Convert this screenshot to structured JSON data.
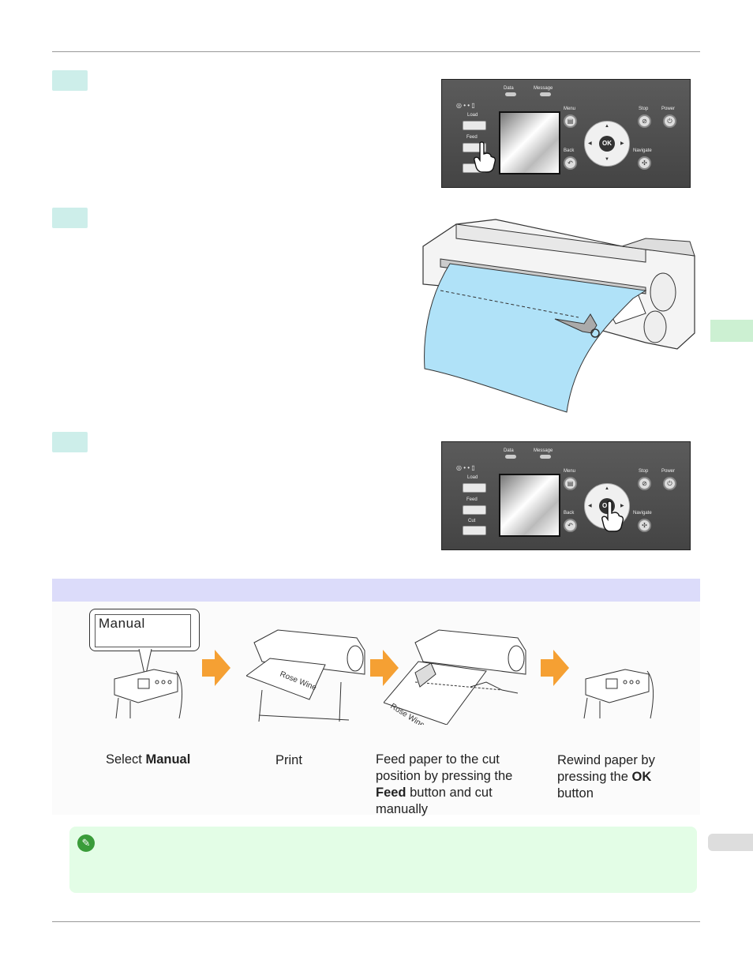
{
  "panel": {
    "data": "Data",
    "message": "Message",
    "load": "Load",
    "feed": "Feed",
    "cut": "Cut",
    "menu": "Menu",
    "back": "Back",
    "stop": "Stop",
    "power": "Power",
    "navigate": "Navigate",
    "ok": "OK"
  },
  "flow": {
    "callout": "Manual",
    "printer_label_1": "Rose Wine",
    "printer_label_2": "Rose Wine",
    "captions": [
      {
        "pre": "Select ",
        "bold": "Manual",
        "post": ""
      },
      {
        "pre": "Print",
        "bold": "",
        "post": ""
      },
      {
        "pre": "Feed paper to the cut position by pressing the ",
        "bold": "Feed",
        "post": " button and cut manually"
      },
      {
        "pre": "Rewind paper by pressing the ",
        "bold": "OK",
        "post": " button"
      }
    ]
  },
  "colors": {
    "step_tab": "#cdeeea",
    "flow_header": "#dcdcfa",
    "note_bg": "#e3fde6",
    "arrow": "#f5a033",
    "paper": "#b0e2f8"
  }
}
